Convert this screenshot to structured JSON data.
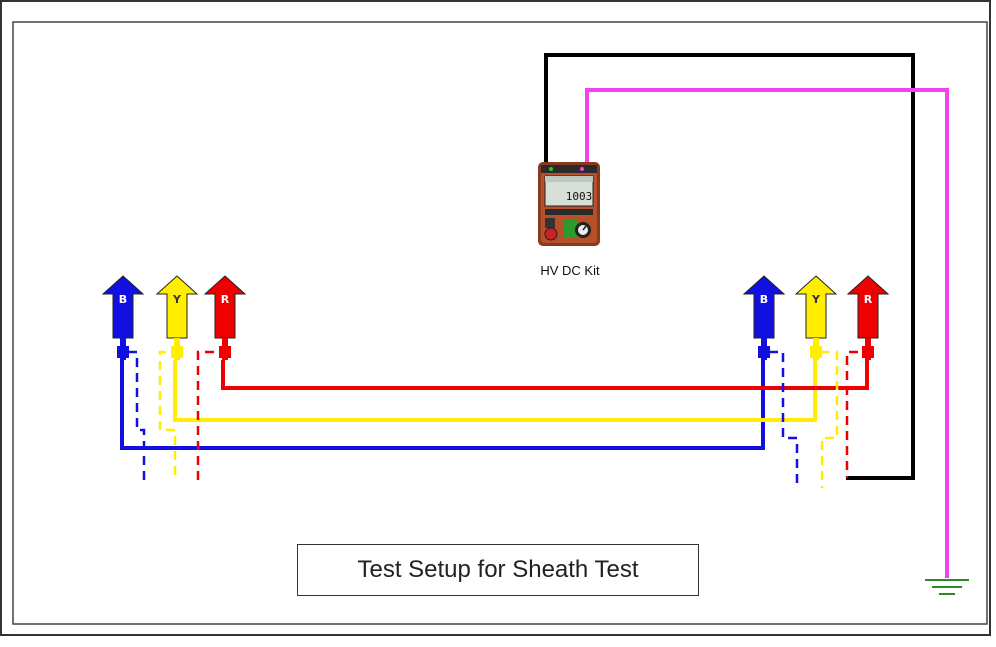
{
  "caption": "Test Setup for Sheath Test",
  "kit_label": "HV DC Kit",
  "meter_display": "1003",
  "phases": {
    "blue": {
      "label": "B",
      "color": "#1010e0"
    },
    "yellow": {
      "label": "Y",
      "color": "#ffee00"
    },
    "red": {
      "label": "R",
      "color": "#ee0000"
    }
  },
  "colors": {
    "lead_black": "#000000",
    "lead_magenta": "#ee44ee",
    "ground": "#2a8a2a",
    "frame": "#333333"
  }
}
